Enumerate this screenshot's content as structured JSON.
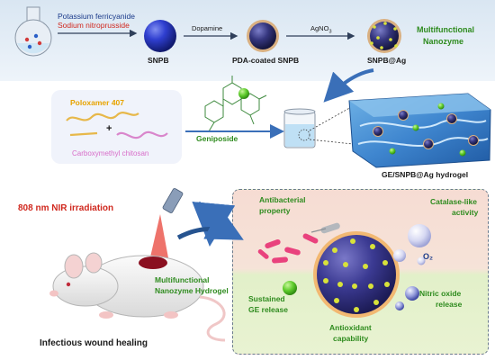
{
  "synthesis": {
    "reagent_1": "Potassium ferricyanide",
    "reagent_2": "Sodium nitroprusside",
    "snpb_label": "SNPB",
    "step_2_reagent": "Dopamine",
    "pda_label": "PDA-coated SNPB",
    "step_3_reagent_base": "AgNO",
    "step_3_reagent_sub": "3",
    "snpb_ag_label": "SNPB@Ag",
    "nanozyme_line_1": "Multifunctional",
    "nanozyme_line_2": "Nanozyme"
  },
  "formulation": {
    "poloxamer": "Poloxamer 407",
    "plus": "+",
    "chitosan": "Carboxymethyl chitosan",
    "geniposide": "Geniposide",
    "hydrogel_label": "GE/SNPB@Ag hydrogel"
  },
  "application": {
    "nir": "808 nm NIR irradiation",
    "hydrogel_line_1": "Multifunctional",
    "hydrogel_line_2": "Nanozyme Hydrogel",
    "caption": "Infectious wound healing"
  },
  "mechanism": {
    "antibacterial_1": "Antibacterial",
    "antibacterial_2": "property",
    "catalase_1": "Catalase-like",
    "catalase_2": "activity",
    "o2": "O₂",
    "sustained_1": "Sustained",
    "sustained_2": "GE release",
    "nitric_1": "Nitric oxide",
    "nitric_2": "release",
    "antioxidant_1": "Antioxidant",
    "antioxidant_2": "capability"
  },
  "colors": {
    "green_label": "#2e8b1e",
    "red_label": "#d0281e",
    "orange_label": "#e7a300",
    "pink_label": "#d86ec9",
    "dark_text": "#1a1a1a",
    "nanoparticle": "#2a2f8a",
    "arrow_blue": "#3a6fb8"
  }
}
